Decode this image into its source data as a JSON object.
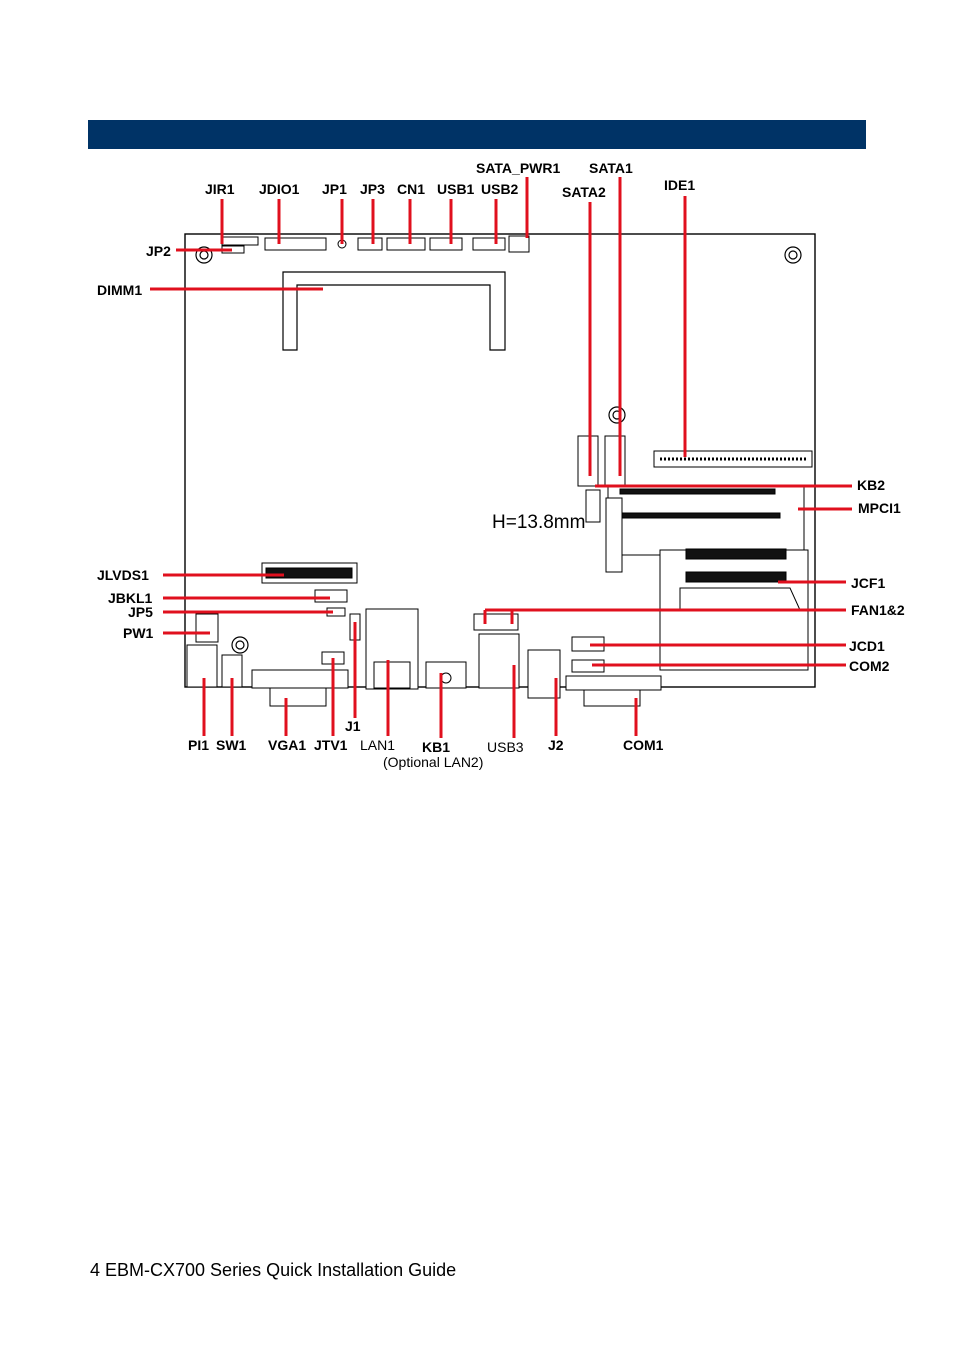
{
  "labels": {
    "sata_pwr1": "SATA_PWR1",
    "sata1": "SATA1",
    "sata2": "SATA2",
    "ide1": "IDE1",
    "jir1": "JIR1",
    "jdio1": "JDIO1",
    "jp1": "JP1",
    "jp3": "JP3",
    "cn1": "CN1",
    "usb1": "USB1",
    "usb2": "USB2",
    "jp2": "JP2",
    "dimm1": "DIMM1",
    "kb2": "KB2",
    "mpci1": "MPCI1",
    "height_note": "H=13.8mm",
    "jlvds1": "JLVDS1",
    "jbkl1": "JBKL1",
    "jp5": "JP5",
    "pw1": "PW1",
    "jcf1": "JCF1",
    "fan12": "FAN1&2",
    "jcd1": "JCD1",
    "com2": "COM2",
    "j1": "J1",
    "pi1": "PI1",
    "sw1": "SW1",
    "vga1": "VGA1",
    "jtv1": "JTV1",
    "lan1": "LAN1",
    "kb1": "KB1",
    "optional_lan2": "(Optional LAN2)",
    "usb3": "USB3",
    "j2": "J2",
    "com1": "COM1"
  },
  "footer": "4 EBM-CX700 Series Quick Installation Guide",
  "colors": {
    "header_bar": "#003366",
    "leader": "#e0101e"
  }
}
